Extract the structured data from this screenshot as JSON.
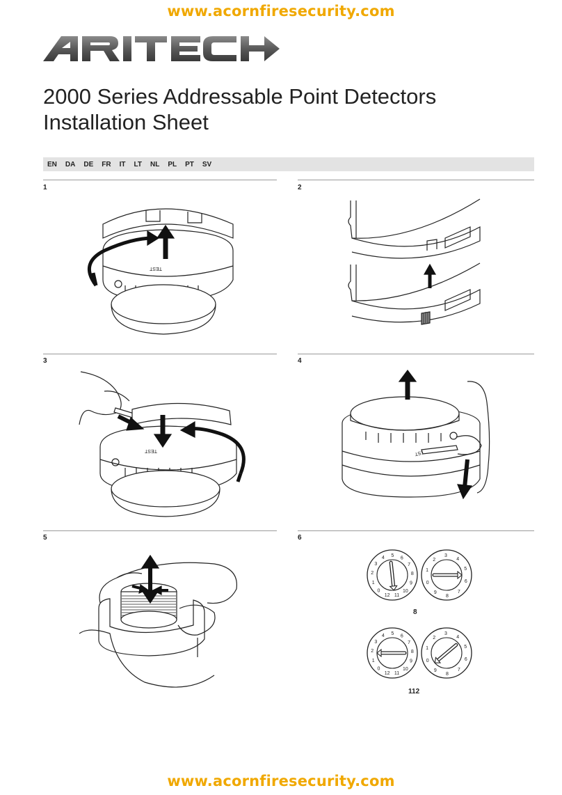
{
  "header": {
    "url_top": "www.acornfiresecurity.com",
    "brand": "ARITECH",
    "title_line1": "2000 Series Addressable Point Detectors",
    "title_line2": "Installation Sheet"
  },
  "languages": [
    "EN",
    "DA",
    "DE",
    "FR",
    "IT",
    "LT",
    "NL",
    "PL",
    "PT",
    "SV"
  ],
  "figures": [
    {
      "number": "1",
      "label_test": "TEST"
    },
    {
      "number": "2"
    },
    {
      "number": "3",
      "label_test": "TEST"
    },
    {
      "number": "4",
      "label_test": "TEST"
    },
    {
      "number": "5"
    },
    {
      "number": "6",
      "caption_a": "8",
      "caption_b": "112"
    }
  ],
  "dial_digits": {
    "left_dial": [
      "1",
      "2",
      "3",
      "4",
      "5",
      "6",
      "7",
      "8",
      "9",
      "10",
      "11",
      "12",
      "0"
    ],
    "right_dial": [
      "0",
      "1",
      "2",
      "3",
      "4",
      "5",
      "6",
      "7",
      "8",
      "9"
    ]
  },
  "footer": {
    "url_bottom": "www.acornfiresecurity.com"
  }
}
